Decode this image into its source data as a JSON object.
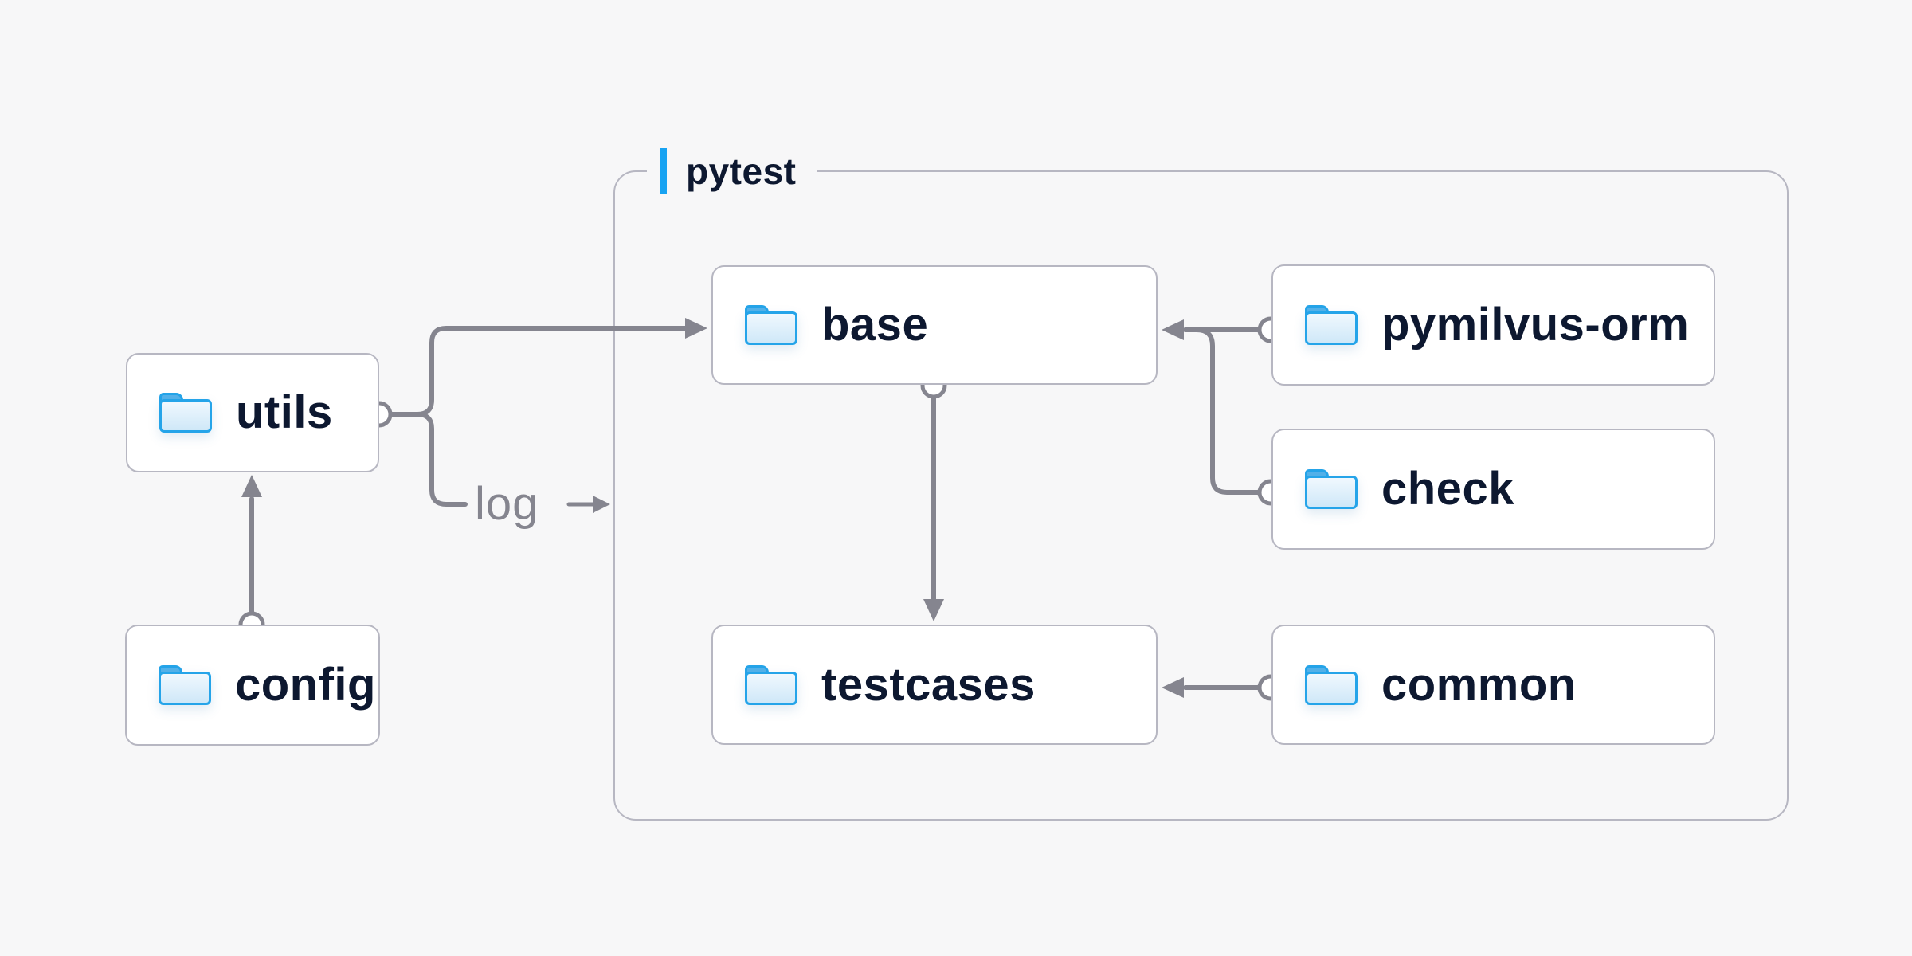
{
  "diagram": {
    "background": "#f7f7f8",
    "group": {
      "label": "pytest",
      "accent_color": "#18a3f2"
    },
    "nodes": {
      "utils": {
        "label": "utils",
        "icon": "folder-icon"
      },
      "config": {
        "label": "config",
        "icon": "folder-icon"
      },
      "base": {
        "label": "base",
        "icon": "folder-icon"
      },
      "pymilvus_orm": {
        "label": "pymilvus-orm",
        "icon": "folder-icon"
      },
      "check": {
        "label": "check",
        "icon": "folder-icon"
      },
      "testcases": {
        "label": "testcases",
        "icon": "folder-icon"
      },
      "common": {
        "label": "common",
        "icon": "folder-icon"
      }
    },
    "edges": [
      {
        "from": "config",
        "to": "utils",
        "style": "circle-start-arrow-end"
      },
      {
        "from": "utils",
        "to": "base",
        "style": "circle-start-arrow-end"
      },
      {
        "from": "utils",
        "to": "log-out",
        "style": "circle-start-label",
        "label": "log"
      },
      {
        "from": "base",
        "to": "testcases",
        "style": "circle-start-arrow-end"
      },
      {
        "from": "pymilvus_orm",
        "to": "base",
        "style": "circle-start-arrow-end"
      },
      {
        "from": "check",
        "to": "base",
        "style": "circle-start-arrow-end"
      },
      {
        "from": "common",
        "to": "testcases",
        "style": "circle-start-arrow-end"
      }
    ],
    "colors": {
      "connector": "#85858f",
      "node_border": "#b7b7c2",
      "node_background": "#ffffff",
      "label_text": "#0d1830",
      "muted_text": "#85858f",
      "group_accent": "#18a3f2",
      "folder_outline": "#25a4e9",
      "folder_tab": "#53b2ea",
      "folder_body": "#d9ecf9"
    }
  }
}
